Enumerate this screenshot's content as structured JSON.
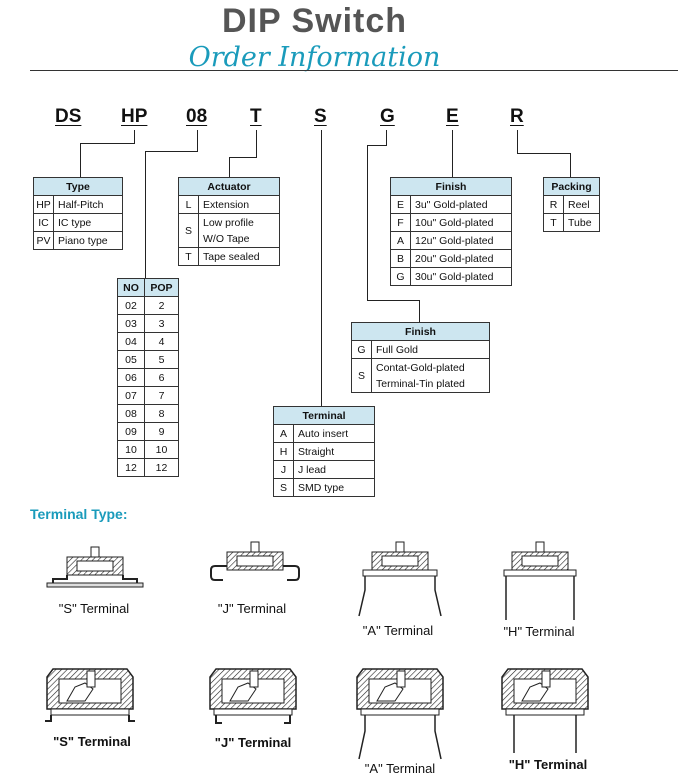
{
  "header": {
    "title": "DIP Switch",
    "subtitle": "Order Information"
  },
  "codes": [
    "DS",
    "HP",
    "08",
    "T",
    "S",
    "G",
    "E",
    "R"
  ],
  "type_table": {
    "title": "Type",
    "rows": [
      {
        "code": "HP",
        "desc": "Half-Pitch"
      },
      {
        "code": "IC",
        "desc": "IC type"
      },
      {
        "code": "PV",
        "desc": "Piano type"
      }
    ]
  },
  "actuator_table": {
    "title": "Actuator",
    "rows": [
      {
        "code": "L",
        "desc": "Extension"
      },
      {
        "code": "S",
        "desc1": "Low profile",
        "desc2": "W/O Tape"
      },
      {
        "code": "T",
        "desc": "Tape sealed"
      }
    ]
  },
  "finish_table": {
    "title": "Finish",
    "rows": [
      {
        "code": "E",
        "desc": "3u\" Gold-plated"
      },
      {
        "code": "F",
        "desc": "10u\" Gold-plated"
      },
      {
        "code": "A",
        "desc": "12u\" Gold-plated"
      },
      {
        "code": "B",
        "desc": "20u\" Gold-plated"
      },
      {
        "code": "G",
        "desc": "30u\" Gold-plated"
      }
    ]
  },
  "packing_table": {
    "title": "Packing",
    "rows": [
      {
        "code": "R",
        "desc": "Reel"
      },
      {
        "code": "T",
        "desc": "Tube"
      }
    ]
  },
  "pop_table": {
    "headers": [
      "NO",
      "POP"
    ],
    "rows": [
      [
        "02",
        "2"
      ],
      [
        "03",
        "3"
      ],
      [
        "04",
        "4"
      ],
      [
        "05",
        "5"
      ],
      [
        "06",
        "6"
      ],
      [
        "07",
        "7"
      ],
      [
        "08",
        "8"
      ],
      [
        "09",
        "9"
      ],
      [
        "10",
        "10"
      ],
      [
        "12",
        "12"
      ]
    ]
  },
  "finish2_table": {
    "title": "Finish",
    "rows": [
      {
        "code": "G",
        "desc": "Full Gold"
      },
      {
        "code": "S",
        "desc1": "Contat-Gold-plated",
        "desc2": "Terminal-Tin plated"
      }
    ]
  },
  "terminal_table": {
    "title": "Terminal",
    "rows": [
      {
        "code": "A",
        "desc": "Auto insert"
      },
      {
        "code": "H",
        "desc": "Straight"
      },
      {
        "code": "J",
        "desc": "J lead"
      },
      {
        "code": "S",
        "desc": "SMD type"
      }
    ]
  },
  "terminal_type": {
    "heading": "Terminal Type:",
    "captions_top": [
      "\"S\" Terminal",
      "\"J\" Terminal",
      "\"A\" Terminal",
      "\"H\" Terminal"
    ],
    "captions_bottom": [
      "\"S\" Terminal",
      "\"J\" Terminal",
      "\"A\" Terminal",
      "\"H\" Terminal"
    ]
  },
  "colors": {
    "accent": "#1a9bbb",
    "header_bg": "#cde6f0",
    "title_gray": "#555555"
  }
}
